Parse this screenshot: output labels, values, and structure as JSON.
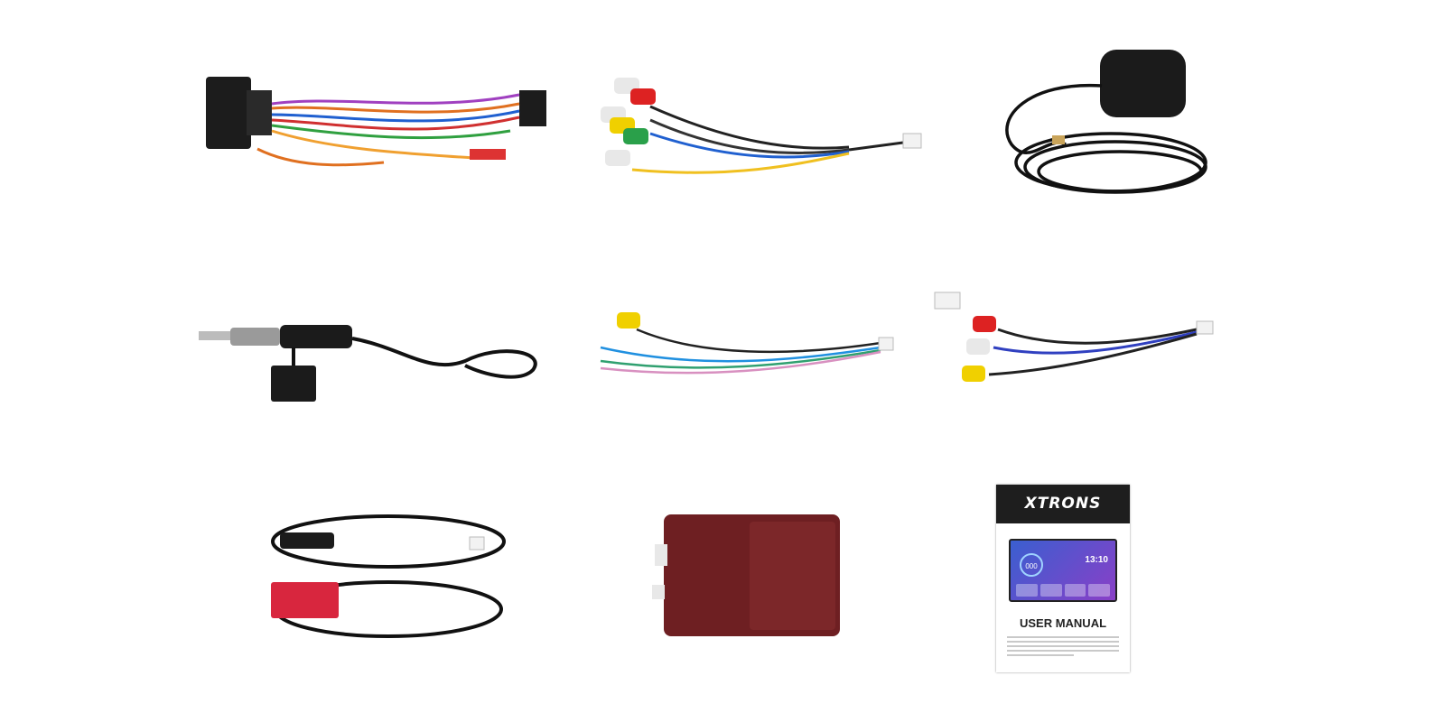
{
  "manual": {
    "brand": "XTRONS",
    "title": "USER MANUAL",
    "screen_speed": "000",
    "screen_clock": "13:10"
  },
  "items": [
    {
      "name": "iso-wiring-harness"
    },
    {
      "name": "rca-av-cable"
    },
    {
      "name": "gps-antenna"
    },
    {
      "name": "radio-antenna-adapter"
    },
    {
      "name": "reverse-camera-cable"
    },
    {
      "name": "rca-audio-cable"
    },
    {
      "name": "usb-power-cable"
    },
    {
      "name": "canbus-decoder-box"
    },
    {
      "name": "user-manual"
    }
  ]
}
